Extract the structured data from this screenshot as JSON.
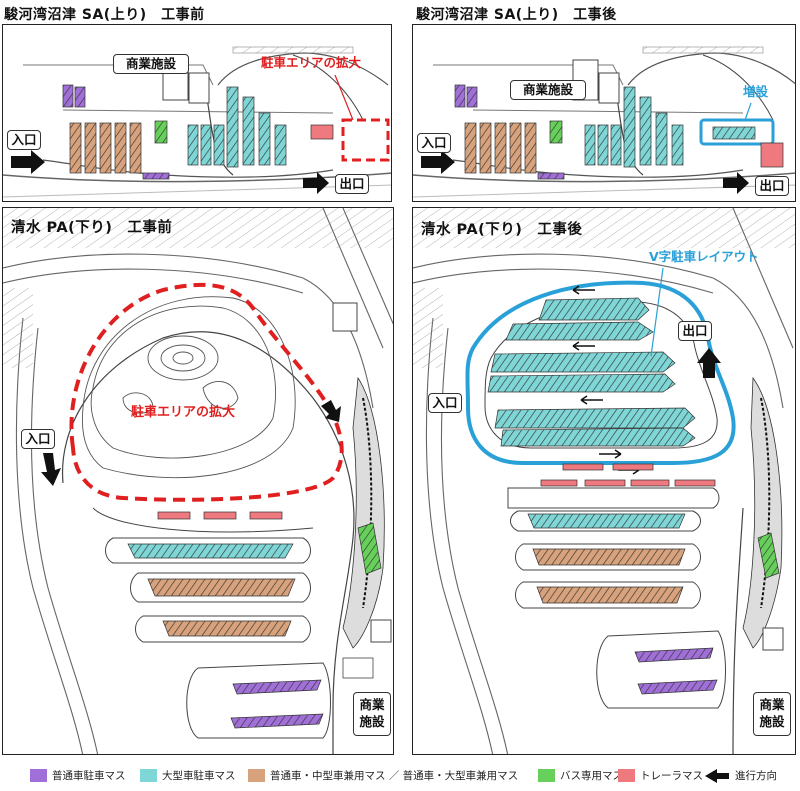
{
  "panels": {
    "sa_before": {
      "title": "駿河湾沼津 SA(上り)　工事前",
      "commercial": "商業施設",
      "entrance": "入口",
      "exit": "出口",
      "note": "駐車エリアの拡大"
    },
    "sa_after": {
      "title": "駿河湾沼津 SA(上り)　工事後",
      "commercial": "商業施設",
      "entrance": "入口",
      "exit": "出口",
      "note": "増設"
    },
    "pa_before": {
      "title": "清水 PA(下り)　工事前",
      "entrance": "入口",
      "note": "駐車エリアの拡大",
      "commercial_line1": "商業",
      "commercial_line2": "施設"
    },
    "pa_after": {
      "title": "清水 PA(下り)　工事後",
      "entrance": "入口",
      "exit": "出口",
      "note": "V字駐車レイアウト",
      "commercial_line1": "商業",
      "commercial_line2": "施設"
    }
  },
  "legend": [
    {
      "label": "普通車駐車マス",
      "color": "#a070d8"
    },
    {
      "label": "大型車駐車マス",
      "color": "#7fd6d6"
    },
    {
      "label": "普通車・中型車兼用マス ／ 普通車・大型車兼用マス",
      "color": "#d7a27c"
    },
    {
      "label": "バス専用マス",
      "color": "#66d05a"
    },
    {
      "label": "トレーラマス",
      "color": "#ee7a80"
    },
    {
      "label": "進行方向",
      "icon": "direction-arrow-icon"
    }
  ],
  "colors": {
    "highlight_red": "#e02020",
    "highlight_blue": "#2aa0d8"
  }
}
